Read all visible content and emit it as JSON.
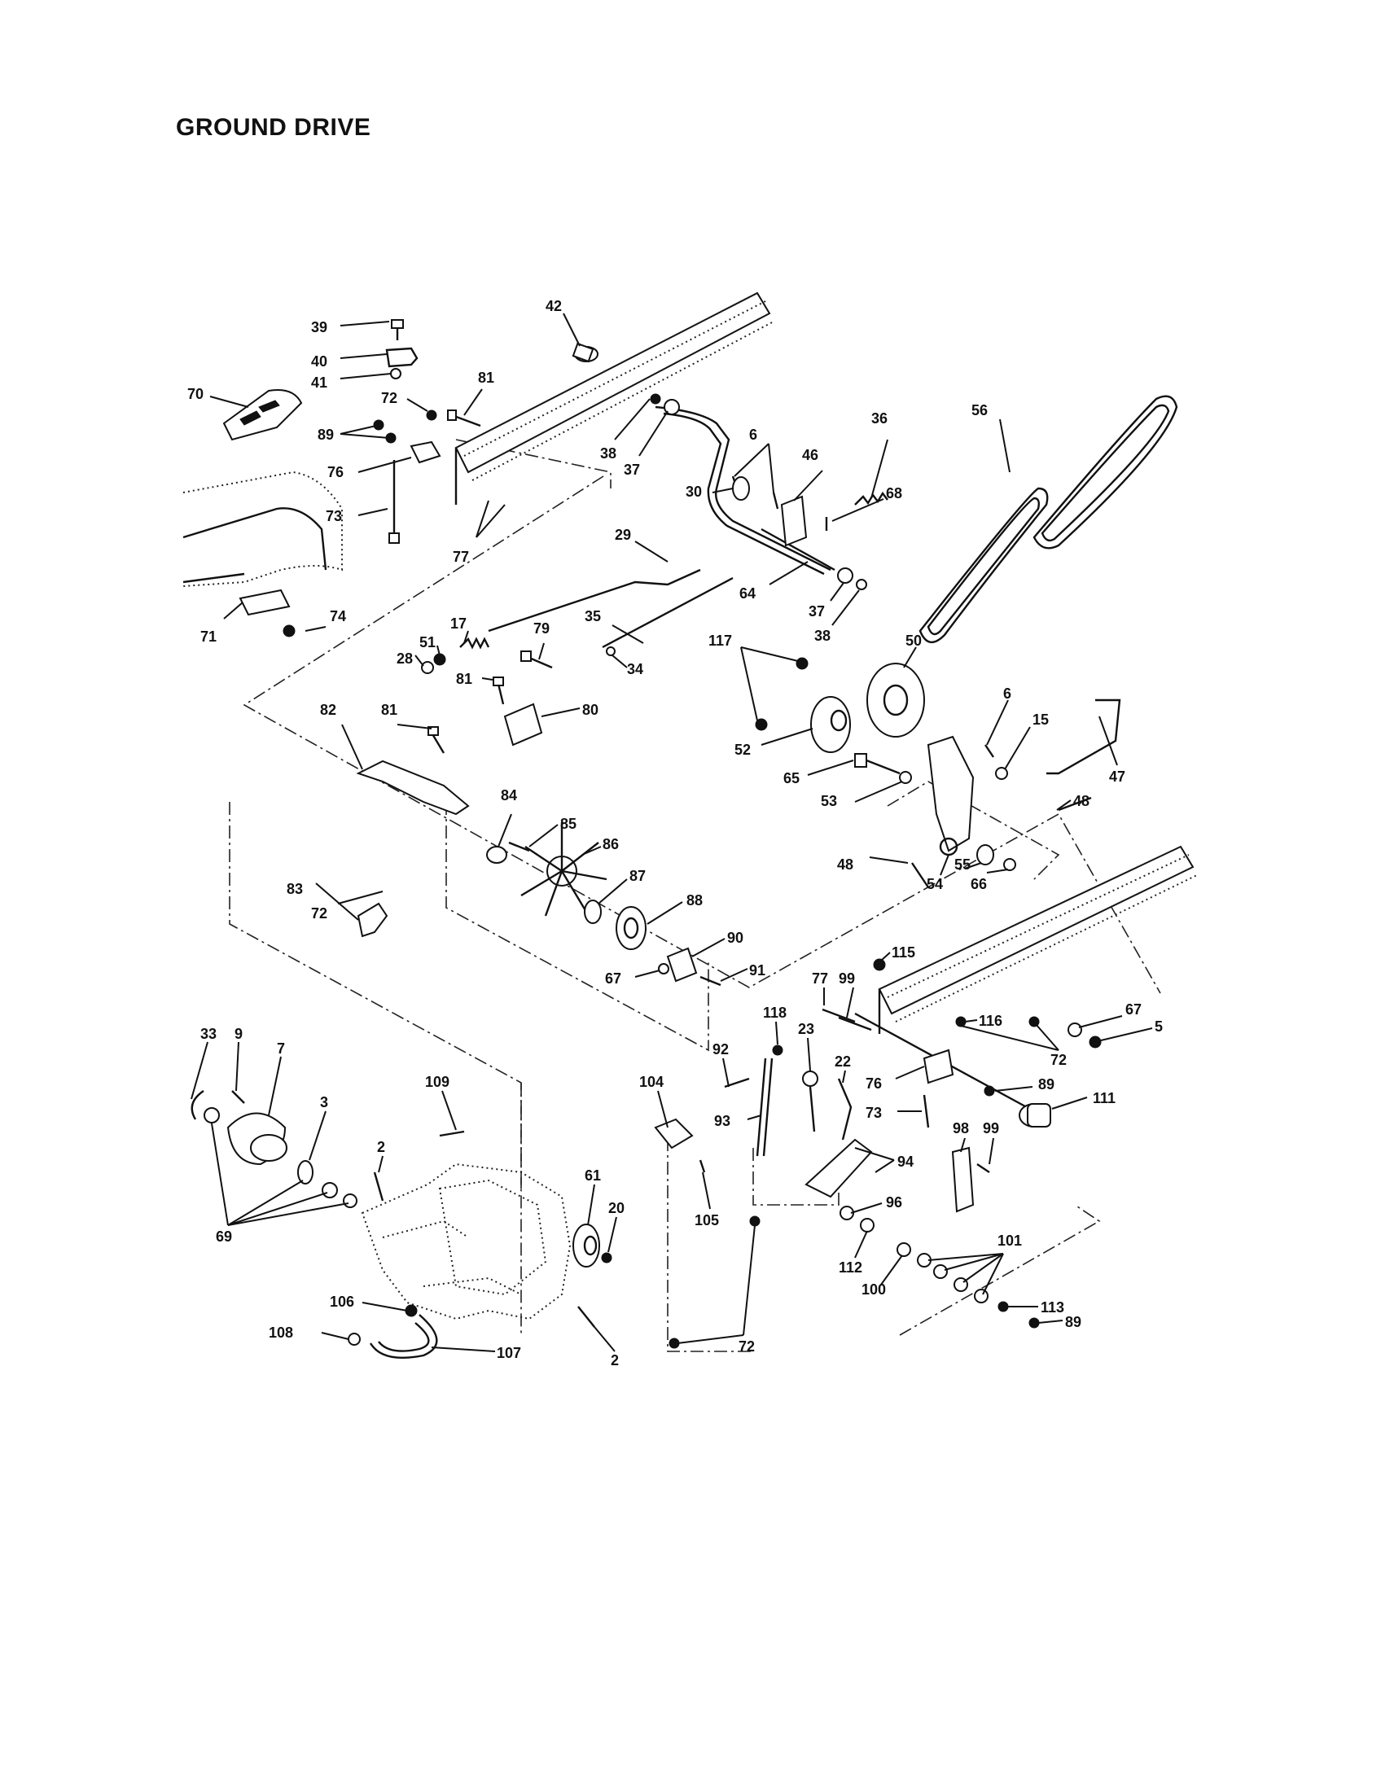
{
  "title": "GROUND DRIVE",
  "callouts": {
    "c2": "2",
    "c3": "3",
    "c5": "5",
    "c6": "6",
    "c7": "7",
    "c9": "9",
    "c15": "15",
    "c17": "17",
    "c20": "20",
    "c22": "22",
    "c23": "23",
    "c28": "28",
    "c29": "29",
    "c30": "30",
    "c33": "33",
    "c34": "34",
    "c35": "35",
    "c36": "36",
    "c37": "37",
    "c38": "38",
    "c39": "39",
    "c40": "40",
    "c41": "41",
    "c42": "42",
    "c46": "46",
    "c47": "47",
    "c48": "48",
    "c50": "50",
    "c51": "51",
    "c52": "52",
    "c53": "53",
    "c54": "54",
    "c55": "55",
    "c56": "56",
    "c61": "61",
    "c64": "64",
    "c65": "65",
    "c66": "66",
    "c67": "67",
    "c68": "68",
    "c69": "69",
    "c70": "70",
    "c71": "71",
    "c72": "72",
    "c73": "73",
    "c74": "74",
    "c76": "76",
    "c77": "77",
    "c79": "79",
    "c80": "80",
    "c81": "81",
    "c82": "82",
    "c83": "83",
    "c84": "84",
    "c85": "85",
    "c86": "86",
    "c87": "87",
    "c88": "88",
    "c89": "89",
    "c90": "90",
    "c91": "91",
    "c92": "92",
    "c93": "93",
    "c94": "94",
    "c96": "96",
    "c98": "98",
    "c99": "99",
    "c100": "100",
    "c101": "101",
    "c104": "104",
    "c105": "105",
    "c106": "106",
    "c107": "107",
    "c108": "108",
    "c109": "109",
    "c111": "111",
    "c112": "112",
    "c113": "113",
    "c115": "115",
    "c116": "116",
    "c117": "117",
    "c118": "118"
  }
}
